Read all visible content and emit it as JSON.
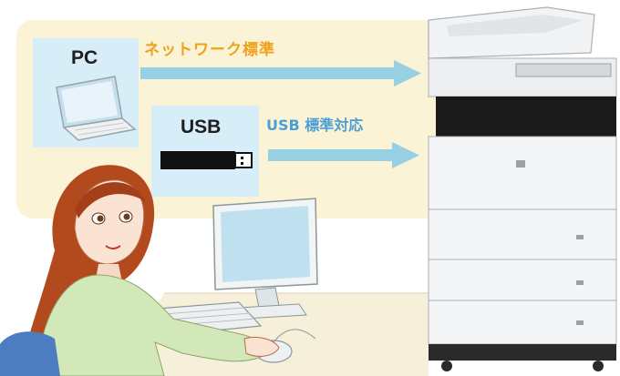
{
  "colors": {
    "panel_background": "#fbf3d6",
    "box_background": "#d7edf7",
    "network_caption": "#efa21e",
    "usb_caption": "#4a9fd6",
    "arrow": "#96d0e2"
  },
  "pc": {
    "label": "PC"
  },
  "usb": {
    "label": "USB"
  },
  "network_connection": {
    "caption": "ネットワーク標準"
  },
  "usb_connection": {
    "caption": "USB 標準対応"
  },
  "icons": [
    "laptop-icon",
    "usb-stick-icon",
    "desktop-monitor-icon",
    "keyboard-icon",
    "mouse-icon",
    "multifunction-printer-icon"
  ]
}
